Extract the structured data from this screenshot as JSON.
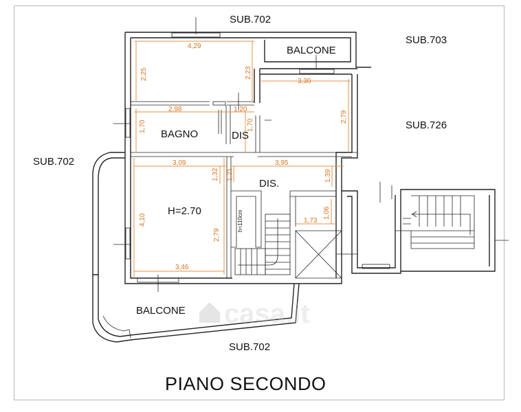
{
  "plan": {
    "title": "PIANO SECONDO",
    "watermark": "casa.it",
    "neighbors": {
      "top": "SUB.702",
      "top_right": "SUB.703",
      "right": "SUB.726",
      "left": "SUB.702",
      "bottom": "SUB.702"
    },
    "rooms": {
      "balcone_top": "BALCONE",
      "bagno": "BAGNO",
      "dis_top": "DIS",
      "dis_main": "DIS.",
      "living_height": "H=2.70",
      "balcone_bottom": "BALCONE"
    },
    "stair_note": "h=110cm",
    "dimensions": {
      "d429": "4,29",
      "d225": "2,25",
      "d223": "2,23",
      "d330": "3,30",
      "d298": "2,98",
      "d120": "1,20",
      "d279a": "2,79",
      "d170a": "1,70",
      "d170b": "1,70",
      "d309": "3,09",
      "d132": "1,32",
      "d121": "1,21",
      "d395": "3,95",
      "d139": "1,39",
      "d410": "4,10",
      "d279b": "2,79",
      "d106": "1,06",
      "d173": "1,73",
      "d346": "3,46"
    }
  }
}
